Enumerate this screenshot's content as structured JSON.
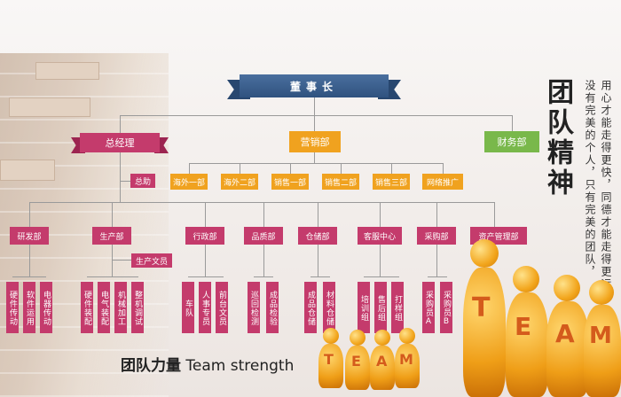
{
  "chairman": "董事长",
  "general_manager": "总经理",
  "assistant": "总助",
  "marketing": "营销部",
  "finance": "财务部",
  "marketing_units": [
    "海外一部",
    "海外二部",
    "销售一部",
    "销售二部",
    "销售三部",
    "网络推广"
  ],
  "departments": [
    "研发部",
    "生产部",
    "行政部",
    "品质部",
    "仓储部",
    "客服中心",
    "采购部",
    "资产管理部"
  ],
  "production_clerk": "生产文员",
  "sub_rd": [
    "硬件传动",
    "软件运用",
    "电器传动"
  ],
  "sub_prod": [
    "硬件装配",
    "电气装配",
    "机械加工",
    "整机调试"
  ],
  "sub_admin": [
    "车队",
    "人事专员",
    "前台文员"
  ],
  "sub_quality": [
    "巡回检测",
    "成品检验"
  ],
  "sub_storage": [
    "成品仓储",
    "材料仓储"
  ],
  "sub_service": [
    "培训组",
    "售后组",
    "打样组"
  ],
  "sub_purchase": [
    "采购员A",
    "采购员B"
  ],
  "motto_title": "团队精神",
  "motto_line1": "用心才能走得更快，同德才能走得更远。",
  "motto_line2": "没有完美的个人，只有完美的团队，",
  "team_strength_cn": "团队力量",
  "team_strength_en": " Team strength",
  "figure_letters": [
    "T",
    "E",
    "A",
    "M"
  ],
  "colors": {
    "pink": "#c43b6c",
    "orange": "#f0a21f",
    "green": "#79b84b",
    "navy": "#2f527f"
  }
}
